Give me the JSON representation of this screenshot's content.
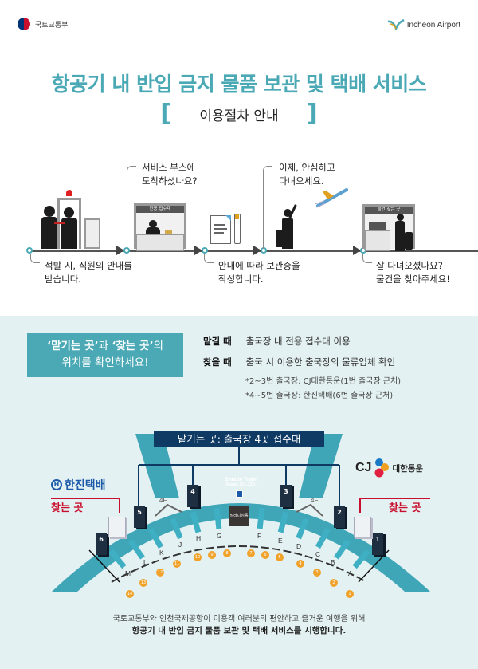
{
  "header": {
    "ministry_logo": "국토교통부",
    "airport_logo": "Incheon Airport"
  },
  "title": {
    "main": "항공기 내 반입 금지 물품 보관 및 택배 서비스",
    "sub": "이용절차 안내",
    "bracket_left": "[",
    "bracket_right": "]"
  },
  "steps": [
    {
      "text_line1": "적발 시, 직원의 안내를",
      "text_line2": "받습니다."
    },
    {
      "text_line1": "서비스 부스에",
      "text_line2": "도착하셨나요?",
      "booth_sign": "전용 접수대"
    },
    {
      "text_line1": "안내에 따라 보관증을",
      "text_line2": "작성합니다."
    },
    {
      "text_line1": "이제, 안심하고",
      "text_line2": "다녀오세요."
    },
    {
      "text_line1": "잘 다녀오셨나요?",
      "text_line2": "물건을 찾아주세요!",
      "booth_sign": "물건 찾는 곳"
    }
  ],
  "info": {
    "box_line1_a": "‘맡기는 곳’",
    "box_line1_b": "과 ",
    "box_line1_c": "‘찾는 곳’",
    "box_line1_d": "의",
    "box_line2": "위치를 확인하세요!",
    "rows": [
      {
        "label": "맡길 때",
        "text": "출국장 내 전용 접수대 이용"
      },
      {
        "label": "찾을 때",
        "text": "출국 시 이용한 출국장의 물류업체 확인"
      }
    ],
    "notes": [
      "*2~3번 출국장: CJ대한통운(1번 출국장 근처)",
      "*4~5번 출국장: 한진택배(6번 출국장 근처)"
    ]
  },
  "map": {
    "drop_title": "맡기는 곳: 출국장 4곳 접수대",
    "shuttle_title": "Shuttle Train",
    "shuttle_sub": "(Gates 101-132)",
    "floor_label": "4F",
    "millennium_hall": "밀레니엄홀",
    "left_company": "한진택배",
    "right_company": "대한통운",
    "right_company_prefix": "CJ",
    "find_label": "찾는 곳",
    "towers": [
      "6",
      "5",
      "4",
      "3",
      "2",
      "1"
    ],
    "gates": [
      "M",
      "L",
      "K",
      "J",
      "H",
      "G",
      "F",
      "E",
      "D",
      "C",
      "B",
      "A"
    ],
    "gate_numbers": [
      "14",
      "13",
      "12",
      "11",
      "10",
      "9",
      "8",
      "7",
      "6",
      "5",
      "4",
      "3",
      "2",
      "1"
    ]
  },
  "footer": {
    "line1": "국토교통부와 인천국제공항이 이용객 여러분의 편안하고 즐거운 여행을 위해",
    "line2": "항공기 내 반입 금지 물품 보관 및 택배 서비스를 시행합니다."
  },
  "colors": {
    "teal": "#4aa9b5",
    "navy": "#0f3a63",
    "red": "#c8102e",
    "orange": "#f0a22a",
    "bg_light": "#e4f1f2"
  }
}
